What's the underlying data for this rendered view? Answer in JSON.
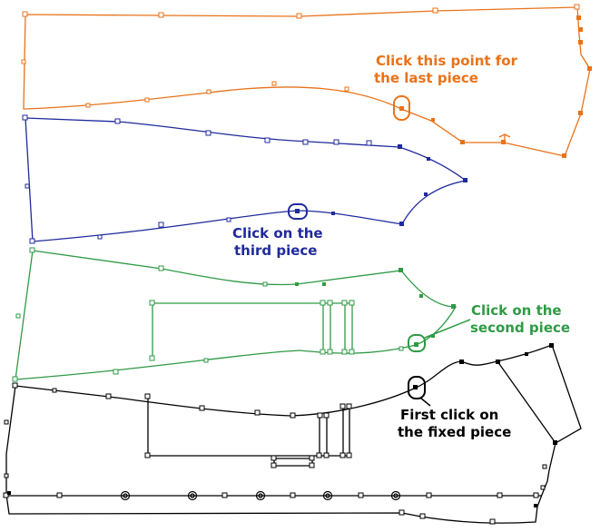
{
  "colors": {
    "last_piece": "#e8731a",
    "third_piece": "#1f2a9c",
    "second_piece": "#2f9a45",
    "fixed_piece": "#000000"
  },
  "callouts": {
    "last_piece": [
      "Click this point for",
      "the last piece"
    ],
    "third_piece": [
      "Click on the",
      "third piece"
    ],
    "second_piece": [
      "Click on the",
      "second piece"
    ],
    "fixed_piece": [
      "First click on",
      "the fixed piece"
    ]
  }
}
